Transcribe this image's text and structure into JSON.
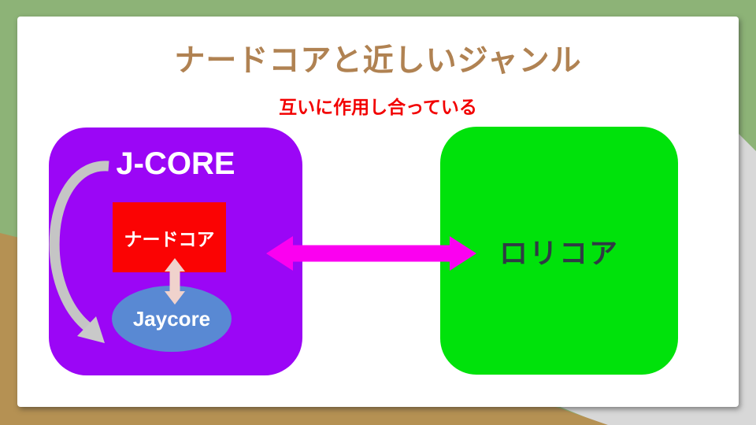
{
  "slide": {
    "title": {
      "text": "ナードコアと近しいジャンル",
      "color": "#B08252"
    },
    "subtitle": {
      "text": "互いに作用し合っている",
      "color": "#F20000"
    },
    "jcore": {
      "label": "J-CORE",
      "fill": "#9B06F6",
      "label_color": "#FFFFFF",
      "nerdcore": {
        "label": "ナードコア",
        "fill": "#FB0303",
        "label_color": "#FFFFFF"
      },
      "jaycore": {
        "label": "Jaycore",
        "fill": "#5989D3",
        "label_color": "#FFFFFF"
      }
    },
    "lolicore": {
      "label": "ロリコア",
      "fill": "#00E20B",
      "label_color": "#2F3B44"
    },
    "arrows": {
      "mutual_horizontal": {
        "type": "double-headed-horizontal",
        "color": "#FB00F0",
        "connects": [
          "J-CORE",
          "ロリコア"
        ]
      },
      "nerdcore_jaycore": {
        "type": "double-headed-vertical",
        "color": "#F0D2CC",
        "connects": [
          "ナードコア",
          "Jaycore"
        ]
      },
      "cycle_curved": {
        "type": "curved-single-head",
        "color": "#C5C5C5"
      }
    }
  },
  "background": {
    "green": "#8DB377",
    "brown": "#B59153",
    "gray": "#CFCFCF",
    "slide_fill": "#FFFFFF"
  }
}
